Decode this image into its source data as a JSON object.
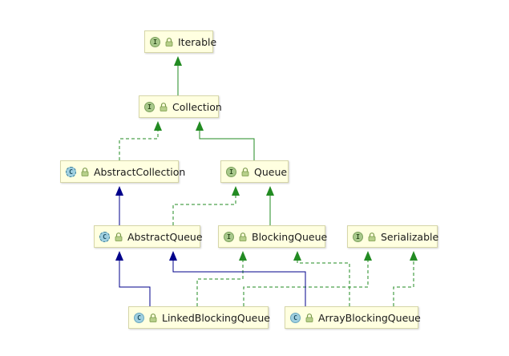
{
  "colors": {
    "node_bg": "#ffffe0",
    "node_border": "#d6d6a8",
    "implements_edge": "#228b22",
    "extends_class_edge": "#00008b",
    "extends_interface_edge": "#228b22",
    "interface_badge": "#a9c98c",
    "class_badge": "#9fcfe0"
  },
  "icons": {
    "interface": "I",
    "class": "C",
    "public_modifier": "lock-icon"
  },
  "nodes": [
    {
      "id": "iterable",
      "name": "Iterable",
      "kind": "interface"
    },
    {
      "id": "collection",
      "name": "Collection",
      "kind": "interface"
    },
    {
      "id": "abstract_collection",
      "name": "AbstractCollection",
      "kind": "abstract"
    },
    {
      "id": "queue",
      "name": "Queue",
      "kind": "interface"
    },
    {
      "id": "abstract_queue",
      "name": "AbstractQueue",
      "kind": "abstract"
    },
    {
      "id": "blocking_queue",
      "name": "BlockingQueue",
      "kind": "interface"
    },
    {
      "id": "serializable",
      "name": "Serializable",
      "kind": "interface"
    },
    {
      "id": "linked_blocking_queue",
      "name": "LinkedBlockingQueue",
      "kind": "class"
    },
    {
      "id": "array_blocking_queue",
      "name": "ArrayBlockingQueue",
      "kind": "class"
    }
  ],
  "edges": [
    {
      "from": "collection",
      "to": "iterable",
      "relation": "extends-interface"
    },
    {
      "from": "abstract_collection",
      "to": "collection",
      "relation": "implements"
    },
    {
      "from": "queue",
      "to": "collection",
      "relation": "extends-interface"
    },
    {
      "from": "abstract_queue",
      "to": "abstract_collection",
      "relation": "extends-class"
    },
    {
      "from": "abstract_queue",
      "to": "queue",
      "relation": "implements"
    },
    {
      "from": "blocking_queue",
      "to": "queue",
      "relation": "extends-interface"
    },
    {
      "from": "linked_blocking_queue",
      "to": "abstract_queue",
      "relation": "extends-class"
    },
    {
      "from": "linked_blocking_queue",
      "to": "blocking_queue",
      "relation": "implements"
    },
    {
      "from": "linked_blocking_queue",
      "to": "serializable",
      "relation": "implements"
    },
    {
      "from": "array_blocking_queue",
      "to": "abstract_queue",
      "relation": "extends-class"
    },
    {
      "from": "array_blocking_queue",
      "to": "blocking_queue",
      "relation": "implements"
    },
    {
      "from": "array_blocking_queue",
      "to": "serializable",
      "relation": "implements"
    }
  ]
}
